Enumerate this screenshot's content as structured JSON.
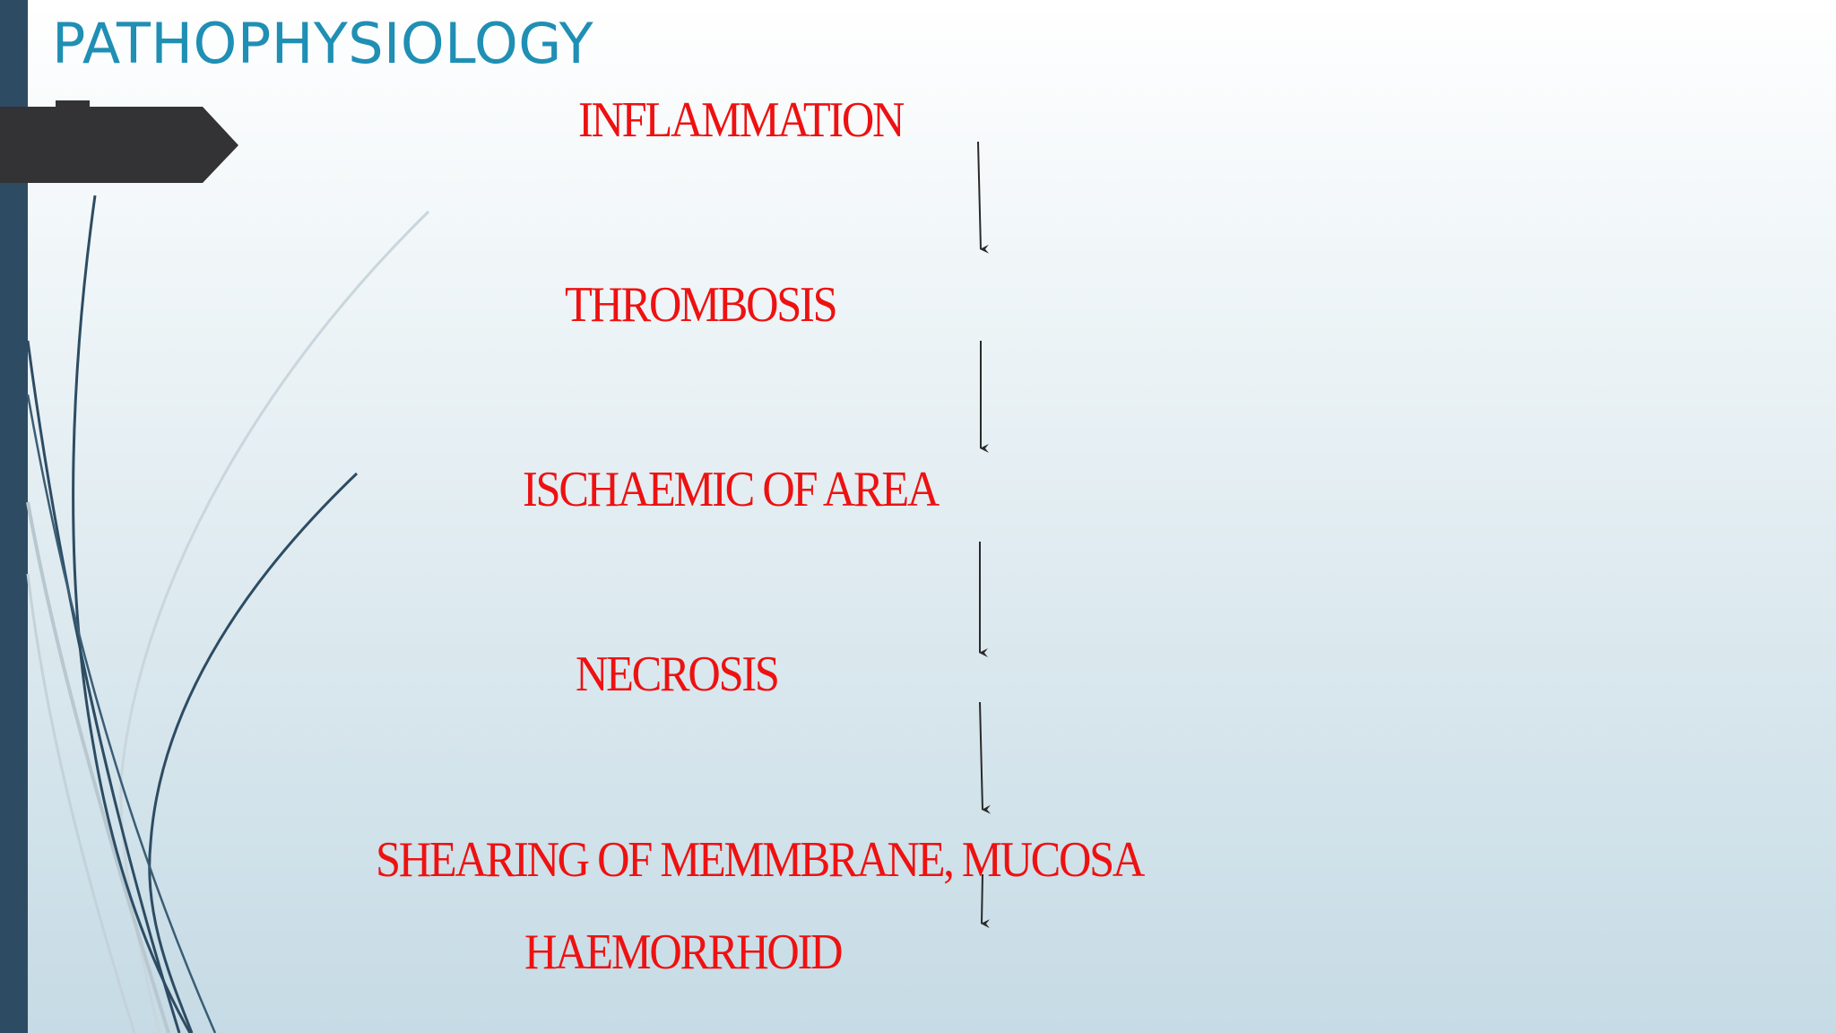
{
  "slide": {
    "title": "PATHOPHYSIOLOGY",
    "steps": [
      "INFLAMMATION",
      "THROMBOSIS",
      "ISCHAEMIC OF AREA",
      "NECROSIS",
      "SHEARING OF MEMMBRANE, MUCOSA",
      "HAEMORRHOID"
    ]
  },
  "colors": {
    "title": "#1f8fb4",
    "step_text": "#ee1111",
    "arrow": "#2a2a2a",
    "left_bar": "#2d4c63",
    "tag": "#333234"
  }
}
